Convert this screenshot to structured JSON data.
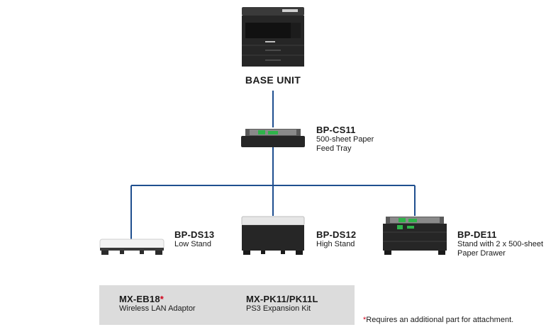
{
  "base_unit": {
    "label": "BASE UNIT"
  },
  "products": [
    {
      "code": "BP-CS11",
      "desc_line1": "500-sheet Paper",
      "desc_line2": "Feed Tray"
    },
    {
      "code": "BP-DS13",
      "desc_line1": "Low Stand",
      "desc_line2": ""
    },
    {
      "code": "BP-DS12",
      "desc_line1": "High Stand",
      "desc_line2": ""
    },
    {
      "code": "BP-DE11",
      "desc_line1": "Stand with 2 x 500-sheet",
      "desc_line2": "Paper Drawer"
    }
  ],
  "options": [
    {
      "code": "MX-EB18",
      "star": "*",
      "desc": "Wireless LAN Adaptor"
    },
    {
      "code": "MX-PK11/PK11L",
      "star": "",
      "desc": "PS3 Expansion Kit"
    }
  ],
  "footnote": {
    "star": "*",
    "text": "Requires an additional part for attachment."
  },
  "colors": {
    "connector": "#1f4f8f",
    "device_body": "#2a2a2a",
    "device_panel": "#e6e6e6",
    "accent_green": "#2fb34a",
    "option_box": "#dcdcdc",
    "footnote_star": "#d0021b"
  },
  "icons": [
    "printer-icon",
    "paper-tray-icon",
    "low-stand-icon",
    "high-stand-icon",
    "drawer-stand-icon"
  ]
}
